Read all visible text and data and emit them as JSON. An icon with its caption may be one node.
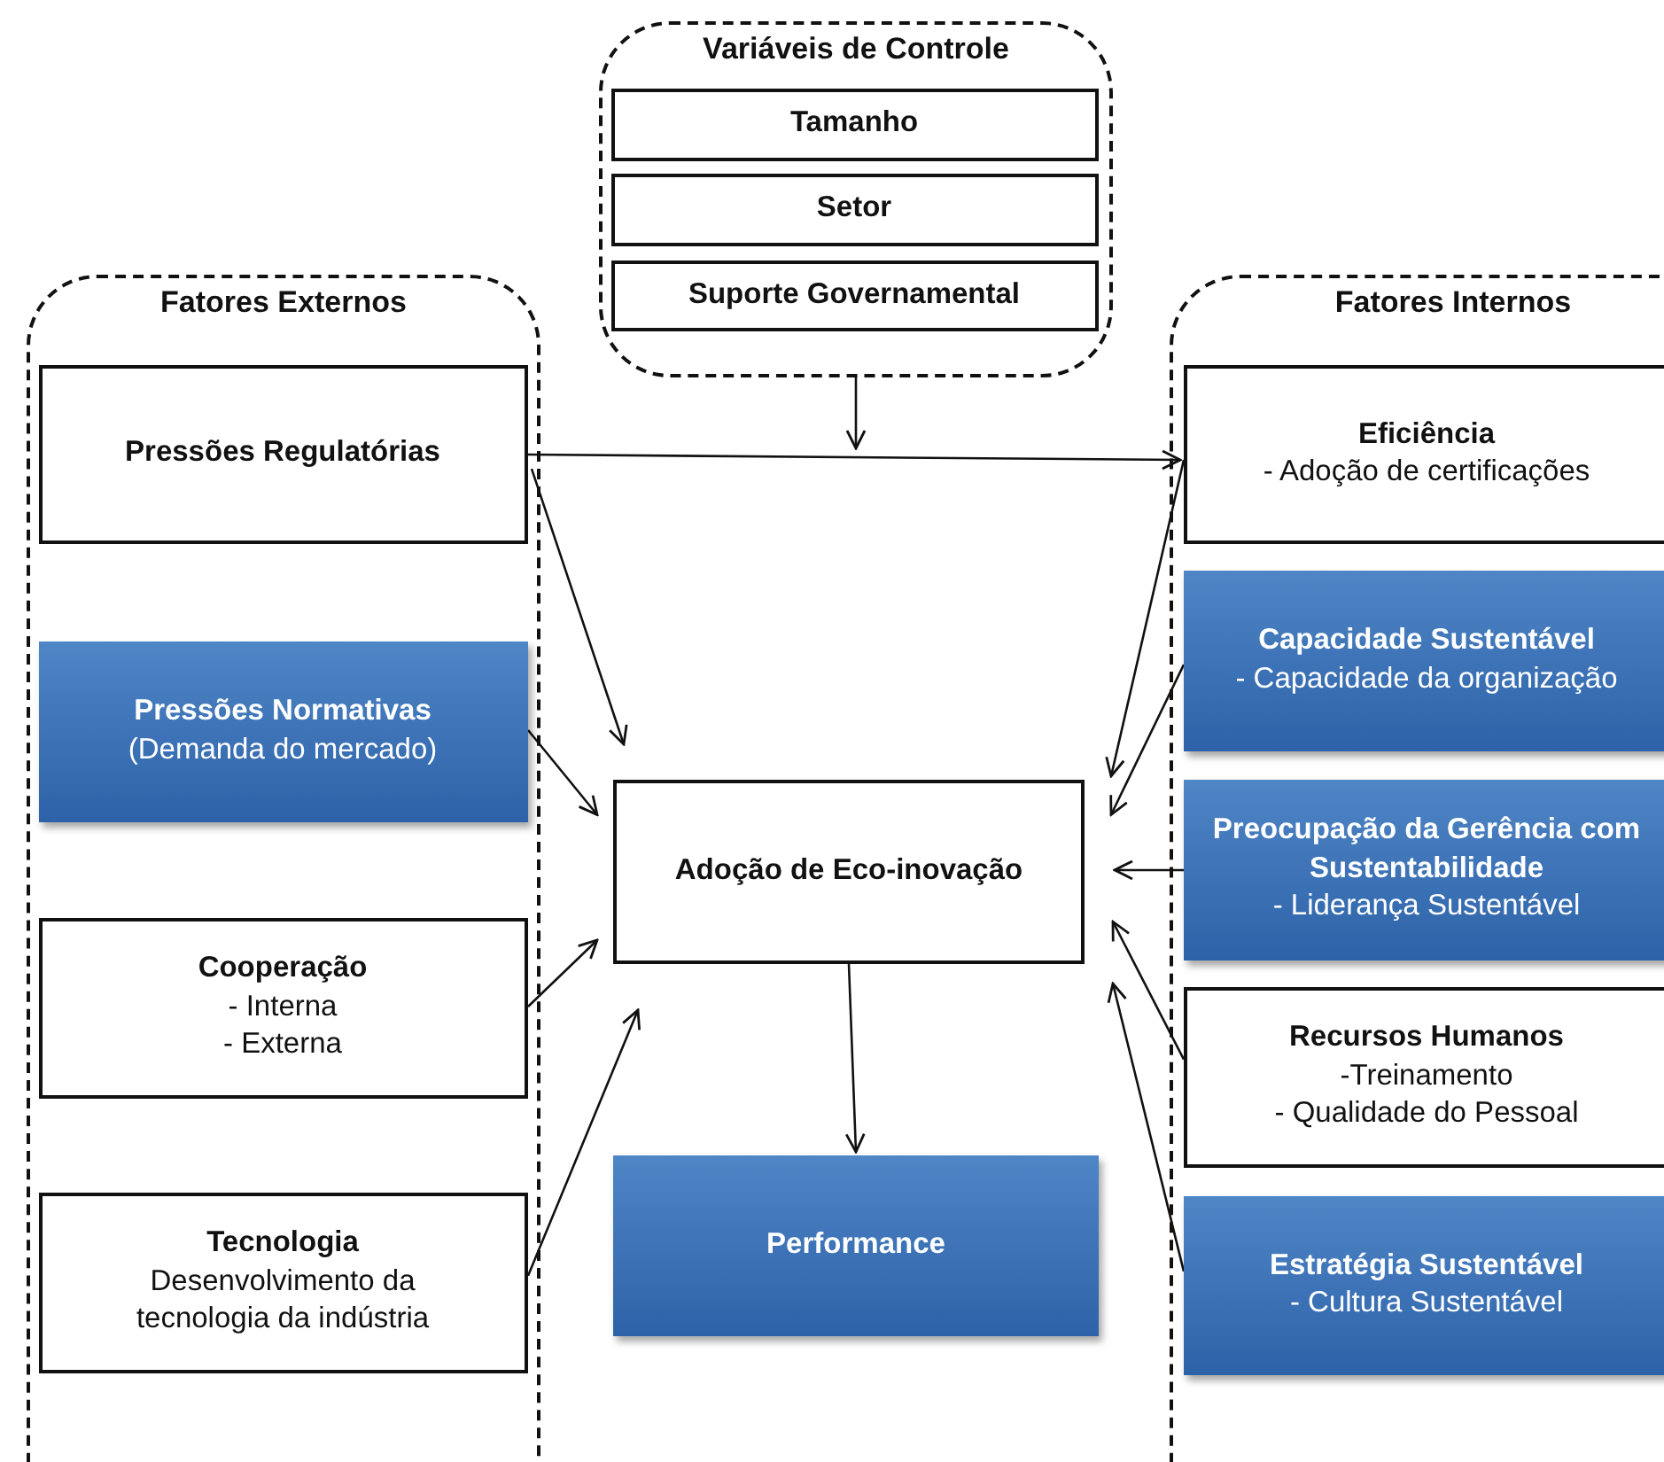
{
  "diagram": {
    "nodes": [
      {
        "text": [
          "Fatores Externos"
        ]
      },
      {
        "text": [
          "Pressões Regulatórias"
        ],
        "in": 0
      },
      {
        "text": [
          "Pressões Normativas",
          "(Demanda do mercado)"
        ],
        "in": 0
      },
      {
        "text": [
          "Cooperação",
          "- Interna",
          "- Externa"
        ],
        "in": 0
      },
      {
        "text": [
          "Tecnologia",
          "Desenvolvimento da tecnologia da indústria"
        ],
        "in": 0
      },
      {
        "text": [
          "Variáveis de Controle"
        ]
      },
      {
        "text": [
          "Tamanho"
        ],
        "in": 5
      },
      {
        "text": [
          "Setor"
        ],
        "in": 5
      },
      {
        "text": [
          "Suporte Governamental"
        ],
        "in": 5
      },
      {
        "text": [
          "Fatores Internos"
        ]
      },
      {
        "text": [
          "Eficiência",
          "- Adoção de certificações"
        ],
        "in": 9
      },
      {
        "text": [
          "Capacidade Sustentável",
          "- Capacidade da organização"
        ],
        "in": 9
      },
      {
        "text": [
          "Preocupação da Gerência com Sustentabilidade",
          "- Liderança Sustentável"
        ],
        "in": 9
      },
      {
        "text": [
          "Recursos Humanos",
          "-Treinamento",
          "- Qualidade do Pessoal"
        ],
        "in": 9
      },
      {
        "text": [
          "Estratégia Sustentável",
          "- Cultura Sustentável"
        ],
        "in": 9
      },
      {
        "text": [
          "Adoção de Eco-inovação"
        ]
      },
      {
        "text": [
          "Performance"
        ]
      }
    ],
    "edges": [
      {
        "from": 1,
        "to": 10,
        "arrow": "to"
      },
      {
        "from": 1,
        "to": 15,
        "arrow": "to"
      },
      {
        "from": 2,
        "to": 15,
        "arrow": "to"
      },
      {
        "from": 3,
        "to": 15,
        "arrow": "to"
      },
      {
        "from": 4,
        "to": 15,
        "arrow": "to"
      },
      {
        "from": 5,
        "to": null,
        "arrow": "to"
      },
      {
        "from": 10,
        "to": 15,
        "arrow": "to"
      },
      {
        "from": 11,
        "to": 15,
        "arrow": "to"
      },
      {
        "from": 12,
        "to": 15,
        "arrow": "to"
      },
      {
        "from": 13,
        "to": 15,
        "arrow": "to"
      },
      {
        "from": 14,
        "to": 15,
        "arrow": "to"
      },
      {
        "from": 15,
        "to": 16,
        "arrow": "to"
      }
    ]
  }
}
